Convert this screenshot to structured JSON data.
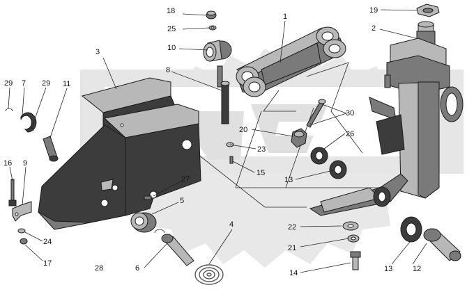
{
  "colors": {
    "background": "#ffffff",
    "watermark": "#e6e6e6",
    "part_dark": "#3c3c3c",
    "part_mid": "#7a7a7a",
    "part_light": "#b8b8b8"
  },
  "labels": {
    "l1": "1",
    "l2": "2",
    "l3": "3",
    "l4": "4",
    "l5": "5",
    "l6": "6",
    "l7": "7",
    "l8": "8",
    "l9": "9",
    "l10": "10",
    "l11": "11",
    "l12": "12",
    "l13a": "13",
    "l13b": "13",
    "l14": "14",
    "l15": "15",
    "l16": "16",
    "l17": "17",
    "l18": "18",
    "l19": "19",
    "l20": "20",
    "l21": "21",
    "l22": "22",
    "l23": "23",
    "l24": "24",
    "l25": "25",
    "l26": "26",
    "l27": "27",
    "l28": "28",
    "l29a": "29",
    "l29b": "29",
    "l30": "30"
  }
}
